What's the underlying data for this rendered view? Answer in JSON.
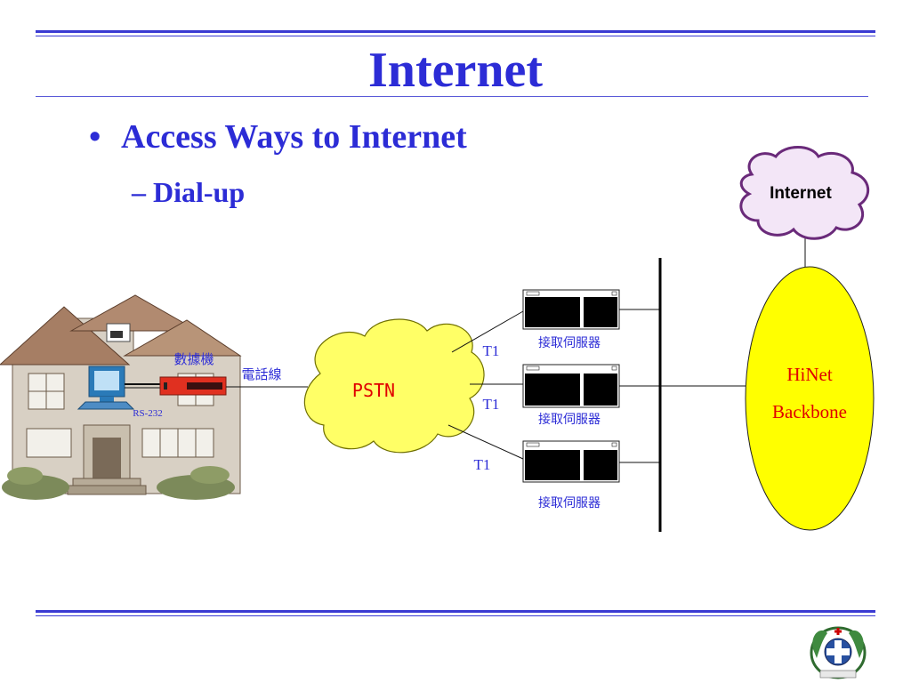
{
  "slide": {
    "title": "Internet",
    "bullet": "Access Ways to Internet",
    "bullet_marker": "•",
    "subbullet_marker": "–",
    "subbullet": "Dial-up"
  },
  "diagram": {
    "cloud_internet": "Internet",
    "pstn": "PSTN",
    "modem_label": "數據機",
    "phone_line_label": "電話線",
    "serial_label": "RS-232",
    "trunk_labels": [
      "T1",
      "T1",
      "T1"
    ],
    "server_labels": [
      "接取伺服器",
      "接取伺服器",
      "接取伺服器"
    ],
    "backbone_line1": "HiNet",
    "backbone_line2": "Backbone"
  },
  "colors": {
    "accent_blue": "#2c2cd6",
    "pstn_fill": "#ffff66",
    "backbone_fill": "#ffff00",
    "backbone_text": "#e00000",
    "internet_cloud_fill": "#f3e6f7",
    "internet_cloud_stroke": "#6a2a7a",
    "modem_red": "#e03020"
  },
  "icons": [
    "house-with-computer-illustration",
    "modem-icon",
    "server-icon",
    "school-emblem-logo"
  ]
}
